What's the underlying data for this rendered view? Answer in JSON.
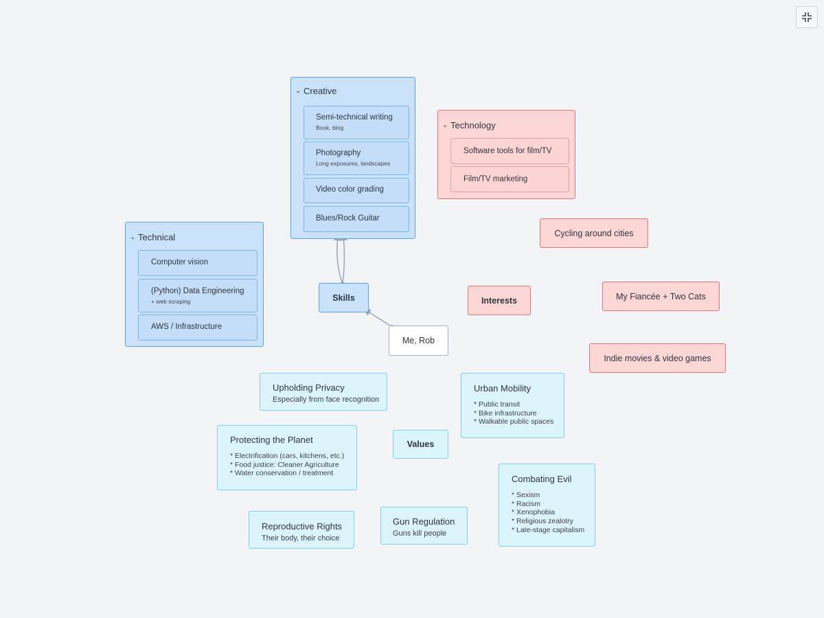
{
  "toolbar": {
    "fullscreen_icon": "collapse-icon"
  },
  "colors": {
    "skills": "#c9e2fa",
    "interests": "#fdd6d6",
    "values": "#dcf4fb",
    "edge": "#9aa6b8"
  },
  "root": {
    "label": "Me, Rob"
  },
  "skills": {
    "label": "Skills",
    "creative": {
      "label": "Creative",
      "items": [
        {
          "title": "Semi-technical writing",
          "subtitle": "Book, blog"
        },
        {
          "title": "Photography",
          "subtitle": "Long exposures, landscapes"
        },
        {
          "title": "Video color grading"
        },
        {
          "title": "Blues/Rock Guitar"
        }
      ]
    },
    "technical": {
      "label": "Technical",
      "items": [
        {
          "title": "Computer vision"
        },
        {
          "title": "(Python) Data Engineering",
          "subtitle": "+ web scraping"
        },
        {
          "title": "AWS / Infrastructure"
        }
      ]
    }
  },
  "interests": {
    "label": "Interests",
    "technology": {
      "label": "Technology",
      "items": [
        {
          "title": "Software tools for film/TV"
        },
        {
          "title": "Film/TV marketing"
        }
      ]
    },
    "cycling": "Cycling around cities",
    "fiancee": "My Fiancée + Two Cats",
    "indie": "Indie movies & video games"
  },
  "values": {
    "label": "Values",
    "privacy": {
      "title": "Upholding Privacy",
      "desc": "Especially from face recognition"
    },
    "planet": {
      "title": "Protecting the Planet",
      "lines": [
        "* Electrification (cars, kitchens, etc.)",
        "* Food justice: Cleaner Agriculture",
        "* Water conservation / treatment"
      ]
    },
    "mobility": {
      "title": "Urban Mobility",
      "lines": [
        "* Public transit",
        "* Bike infrastructure",
        "* Walkable public spaces"
      ]
    },
    "evil": {
      "title": "Combating Evil",
      "lines": [
        "* Sexism",
        "* Racism",
        "* Xenophobia",
        "* Religious zealotry",
        "* Late-stage capitalism"
      ]
    },
    "reproductive": {
      "title": "Reproductive Rights",
      "desc": "Their body, their choice"
    },
    "guns": {
      "title": "Gun Regulation",
      "desc": "Guns kill people"
    }
  }
}
